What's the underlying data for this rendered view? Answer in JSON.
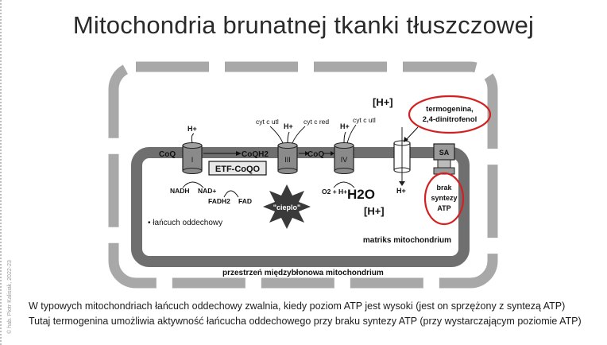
{
  "title": "Mitochondria brunatnej tkanki tłuszczowej",
  "diagram": {
    "h_plus_top_right": "[H+]",
    "annotation_box": [
      "termogenina,",
      "2,4-dinitrofenol"
    ],
    "complex_I_label": "I",
    "complex_III_label": "III",
    "complex_IV_label": "IV",
    "coq_left": "CoQ",
    "coqh2": "CoQH2",
    "coq_right": "CoQ",
    "etf_coqo": "ETF-CoQO",
    "cyt_c_utl_1": "cyt c utl",
    "cyt_c_red": "cyt c red",
    "cyt_c_utl_2": "cyt c utl",
    "h_plus_1": "H+",
    "h_plus_2": "H+",
    "h_plus_3": "H+",
    "h_plus_channel": "H+",
    "nadh": "NADH",
    "nad_plus": "NAD+",
    "fadh2": "FADH2",
    "fad": "FAD",
    "o2_h": "O2 + H+",
    "h2o": "H2O",
    "h_plus_matrix": "[H+]",
    "cieplo": "\"cieplo\"",
    "lancuch": "• łańcuch oddechowy",
    "sa_label": "SA",
    "brak_syntezy": [
      "brak",
      "syntezy",
      "ATP"
    ],
    "matrix_label": "matriks mitochondrium",
    "intermembrane_label": "przestrzeń międzybłonowa mitochondrium"
  },
  "caption_1": "W typowych mitochondriach łańcuch oddechowy zwalnia, kiedy poziom ATP jest wysoki (jest on sprzężony z syntezą ATP)",
  "caption_2": "Tutaj termogenina umożliwia aktywność łańcucha oddechowego przy braku syntezy ATP (przy wystarczającym poziomie ATP)",
  "credit": "© hab. Piotr Kalisiak, 2022-23",
  "colors": {
    "membrane": "#7d7d7d",
    "highlight_circle": "#d42020",
    "star": "#3a3a3a"
  }
}
